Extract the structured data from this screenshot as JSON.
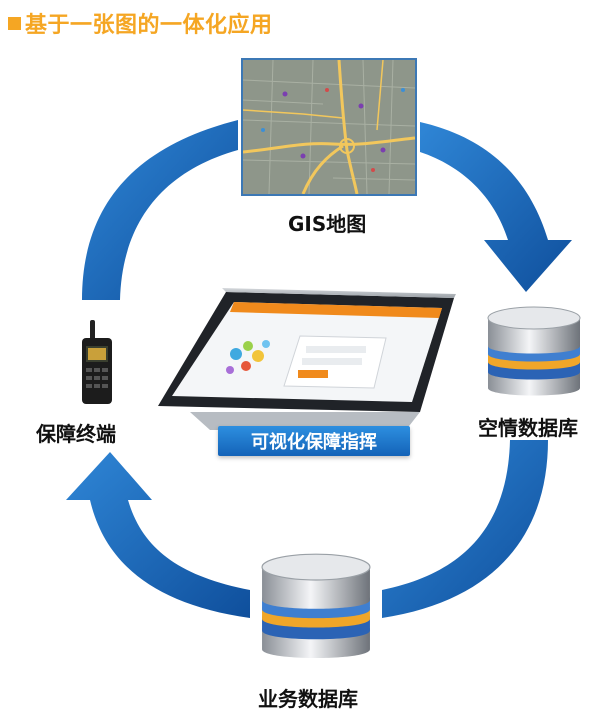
{
  "title": "基于一张图的一体化应用",
  "nodes": {
    "gis": {
      "label": "GIS地图",
      "icon": "map-icon"
    },
    "airspace_db": {
      "label": "空情数据库",
      "icon": "database-icon"
    },
    "business_db": {
      "label": "业务数据库",
      "icon": "database-icon"
    },
    "terminal": {
      "label": "保障终端",
      "icon": "walkie-talkie-icon"
    }
  },
  "center": {
    "label": "可视化保障指挥",
    "icon": "monitor-icon"
  },
  "colors": {
    "title": "#f5a623",
    "arrow": "#1463b8",
    "banner": "#1f7ad0"
  }
}
